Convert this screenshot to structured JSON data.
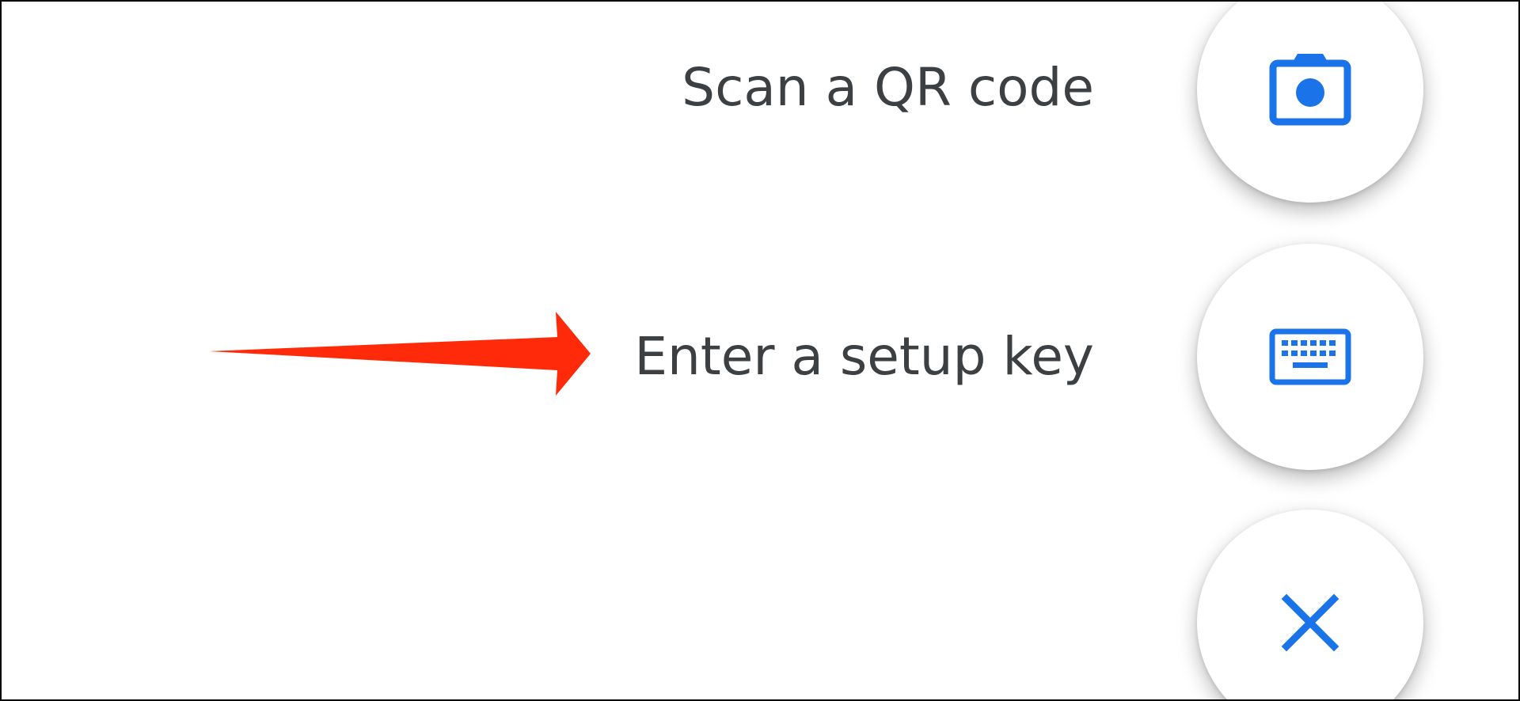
{
  "speed_dial": {
    "items": [
      {
        "label": "Scan a QR code",
        "icon": "camera-icon"
      },
      {
        "label": "Enter a setup key",
        "icon": "keyboard-icon"
      }
    ],
    "close_icon": "close-icon"
  },
  "annotation": {
    "icon": "red-arrow-annotation",
    "color": "#ff2a0a"
  },
  "colors": {
    "icon_accent": "#1a73e8",
    "label_text": "#3c4043",
    "fab_background": "#ffffff"
  }
}
